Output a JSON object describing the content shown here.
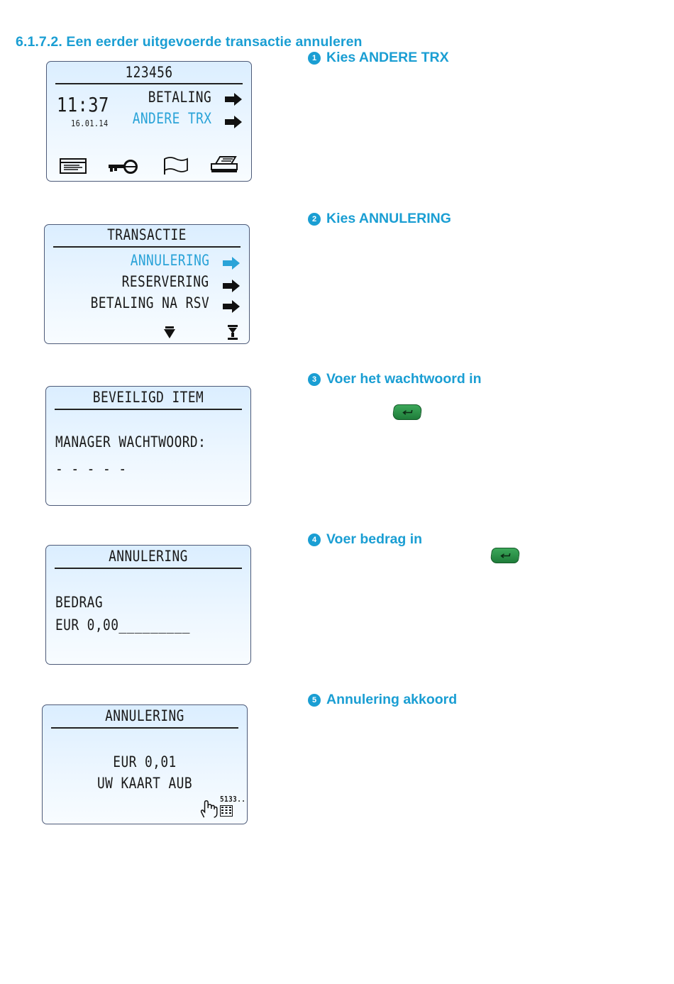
{
  "section": {
    "title": "6.1.7.2. Een eerder uitgevoerde transactie annuleren"
  },
  "steps": [
    {
      "num": "1",
      "text": "Kies ANDERE TRX"
    },
    {
      "num": "2",
      "text": "Kies ANNULERING"
    },
    {
      "num": "3",
      "text": "Voer het wachtwoord in"
    },
    {
      "num": "4",
      "text": "Voer bedrag in"
    },
    {
      "num": "5",
      "text": "Annulering akkoord"
    }
  ],
  "screen1": {
    "header": "123456",
    "time": "11:37",
    "date": "16.01.14",
    "menu": [
      "BETALING",
      "ANDERE TRX"
    ]
  },
  "screen2": {
    "header": "TRANSACTIE",
    "menu": [
      "ANNULERING",
      "RESERVERING",
      "BETALING NA RSV"
    ]
  },
  "screen3": {
    "header": "BEVEILIGD ITEM",
    "label": "MANAGER WACHTWOORD:",
    "mask": "- - - - -"
  },
  "screen4": {
    "header": "ANNULERING",
    "label": "BEDRAG",
    "amount": "EUR 0,00",
    "placeholder": "_________"
  },
  "screen5": {
    "header": "ANNULERING",
    "amount": "EUR 0,01",
    "prompt": "UW KAART AUB",
    "card_hint": "5133.."
  },
  "colors": {
    "accent": "#1a9ed3",
    "selected": "#2aa3d8",
    "enter_key": "#2e9a4c"
  }
}
